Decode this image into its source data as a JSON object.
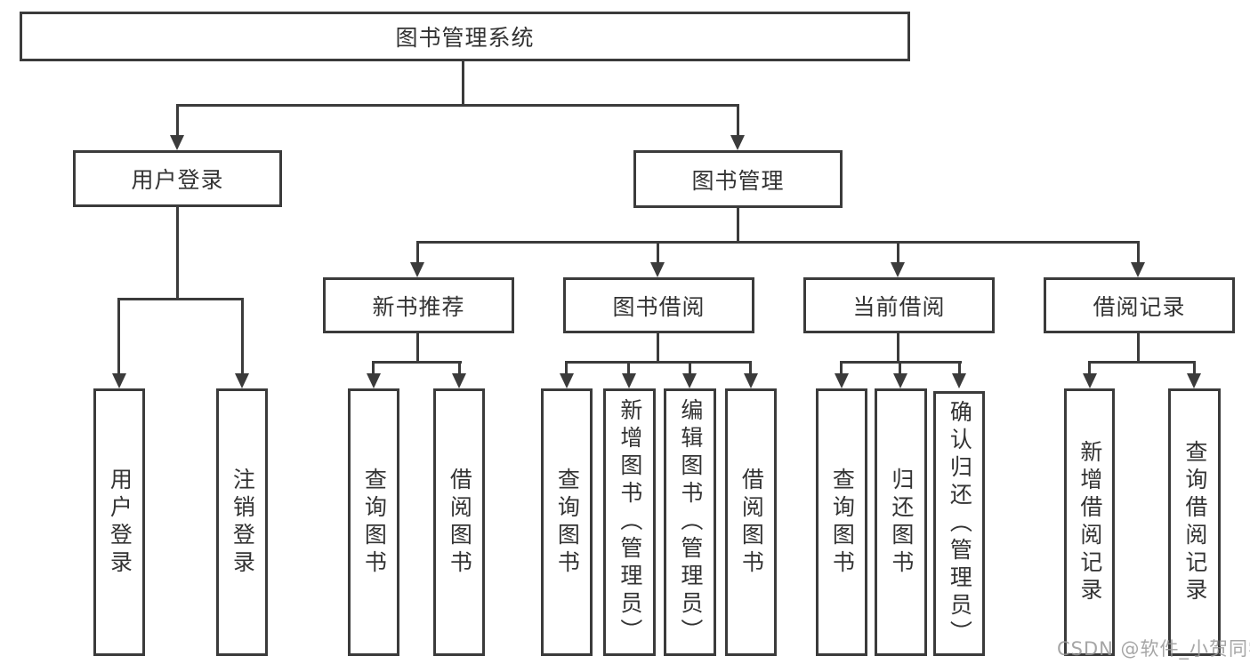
{
  "tree": {
    "label": "图书管理系统",
    "children": [
      {
        "label": "用户登录",
        "children": [
          {
            "label": "用户登录"
          },
          {
            "label": "注销登录"
          }
        ]
      },
      {
        "label": "图书管理",
        "children": [
          {
            "label": "新书推荐",
            "children": [
              {
                "label": "查询图书"
              },
              {
                "label": "借阅图书"
              }
            ]
          },
          {
            "label": "图书借阅",
            "children": [
              {
                "label": "查询图书"
              },
              {
                "label": "新增图书（管理员）"
              },
              {
                "label": "编辑图书（管理员）"
              },
              {
                "label": "借阅图书"
              }
            ]
          },
          {
            "label": "当前借阅",
            "children": [
              {
                "label": "查询图书"
              },
              {
                "label": "归还图书"
              },
              {
                "label": "确认归还（管理员）"
              }
            ]
          },
          {
            "label": "借阅记录",
            "children": [
              {
                "label": "新增借阅记录"
              },
              {
                "label": "查询借阅记录"
              }
            ]
          }
        ]
      }
    ]
  },
  "watermark": {
    "text": "CSDN @软件_小贺同学"
  },
  "colors": {
    "line": "#3b3b3b",
    "box_border": "#3b3b3b",
    "box_fill": "#ffffff",
    "text": "#333333",
    "watermark": "#969696",
    "background": "#ffffff"
  }
}
